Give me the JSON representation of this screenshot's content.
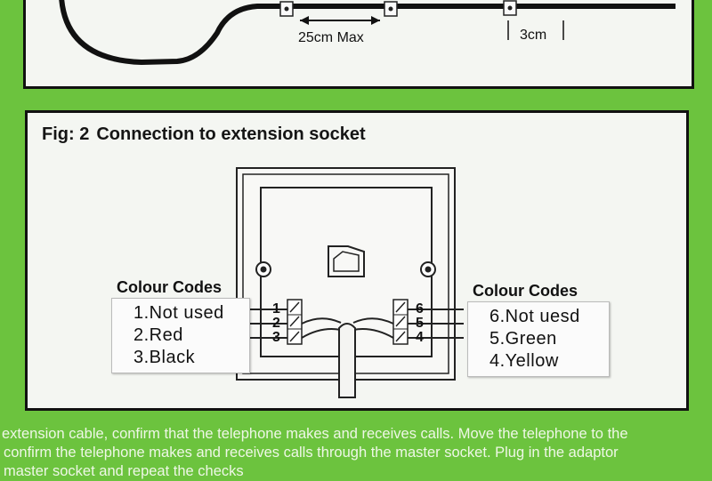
{
  "top_panel": {
    "spacing_max": "25cm Max",
    "spacing_min": "3cm"
  },
  "figure": {
    "label": "Fig: 2",
    "title": "Connection to extension socket",
    "left_codes": {
      "title": "Colour Codes",
      "items": [
        "1.Not used",
        "2.Red",
        "3.Black"
      ]
    },
    "right_codes": {
      "title": "Colour Codes",
      "items": [
        "6.Not uesd",
        "5.Green",
        "4.Yellow"
      ]
    },
    "terminals_left": [
      "1",
      "2",
      "3"
    ],
    "terminals_right": [
      "6",
      "5",
      "4"
    ]
  },
  "footer": {
    "lines": [
      "extension cable, confirm that the telephone makes and receives calls. Move the telephone to the",
      "confirm the telephone makes and receives calls through the master socket. Plug in the adaptor",
      "master socket and repeat the checks"
    ]
  }
}
